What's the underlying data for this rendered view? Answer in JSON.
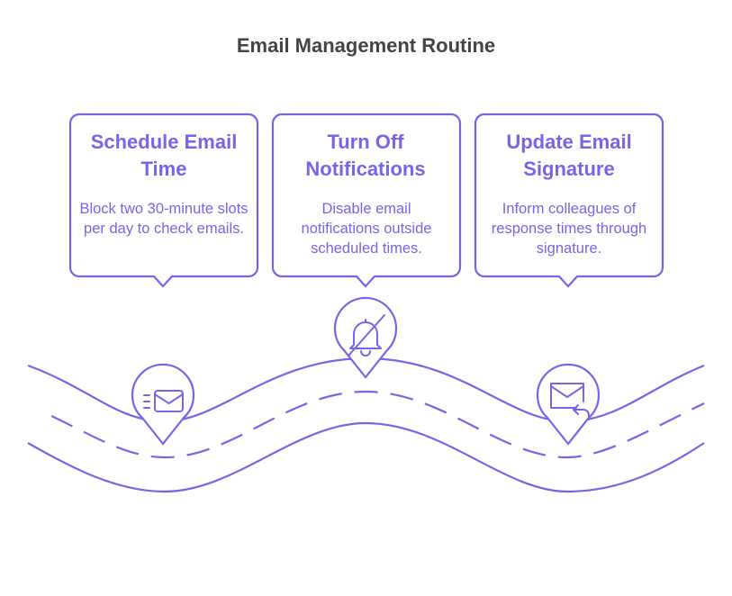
{
  "title": "Email Management Routine",
  "steps": [
    {
      "heading": "Schedule Email Time",
      "description": "Block two 30-minute slots per day to check emails.",
      "icon": "email-icon"
    },
    {
      "heading": "Turn Off Notifications",
      "description": "Disable email notifications outside scheduled times.",
      "icon": "bell-off-icon"
    },
    {
      "heading": "Update Email Signature",
      "description": "Inform colleagues of response times through signature.",
      "icon": "email-reply-icon"
    }
  ],
  "colors": {
    "accent": "#7566e8",
    "title": "#444444",
    "background": "#ffffff"
  }
}
